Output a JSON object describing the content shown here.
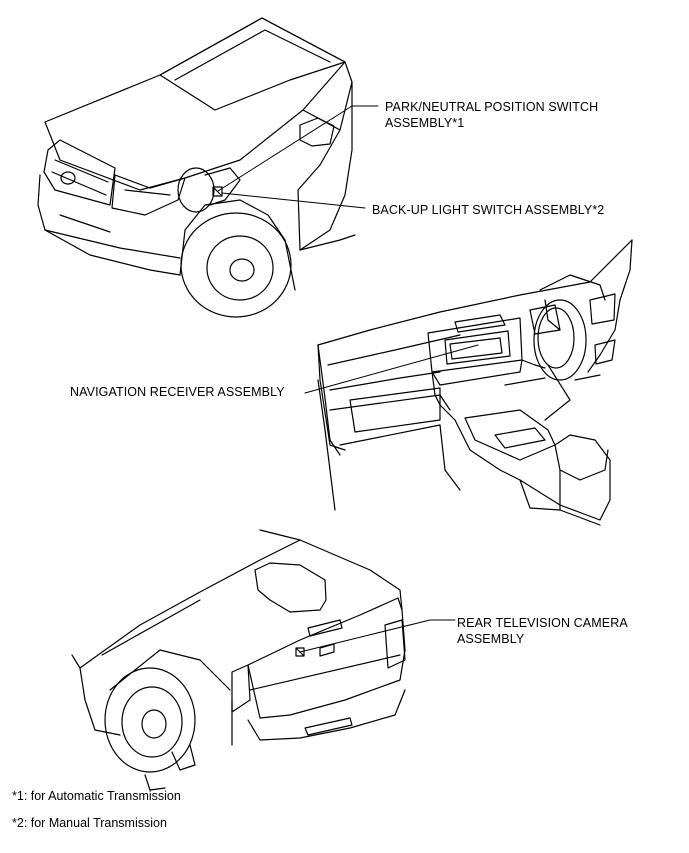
{
  "callouts": {
    "park_neutral": {
      "line1": "PARK/NEUTRAL POSITION SWITCH",
      "line2": "ASSEMBLY*1"
    },
    "backup_light": {
      "line1": "BACK-UP LIGHT SWITCH ASSEMBLY*2"
    },
    "navigation": {
      "line1": "NAVIGATION RECEIVER ASSEMBLY"
    },
    "rear_camera": {
      "line1": "REAR TELEVISION CAMERA",
      "line2": "ASSEMBLY"
    }
  },
  "footnotes": {
    "note1": "*1: for Automatic Transmission",
    "note2": "*2: for Manual Transmission"
  },
  "colors": {
    "line": "#000000",
    "background": "#ffffff"
  }
}
